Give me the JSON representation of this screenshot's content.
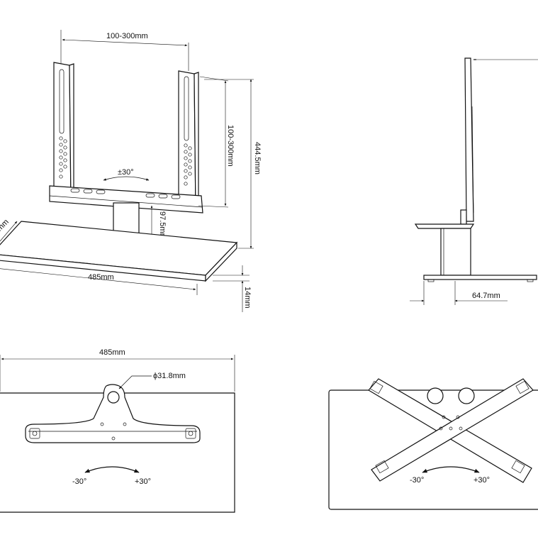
{
  "front_view": {
    "width_label": "100-300mm",
    "height_label": "100-300mm",
    "total_height_label": "444.5mm",
    "swivel_label": "±30°",
    "column_height_label": "97.5mm",
    "base_width_label": "485mm",
    "base_depth_label": "…mm",
    "base_thickness_label": "14mm"
  },
  "side_view": {
    "offset_label": "64.7mm"
  },
  "top_view_left": {
    "width_label": "485mm",
    "hole_label": "ϕ31.8mm",
    "rot_neg_label": "-30°",
    "rot_pos_label": "+30°"
  },
  "top_view_right": {
    "rot_neg_label": "-30°",
    "rot_pos_label": "+30°"
  }
}
